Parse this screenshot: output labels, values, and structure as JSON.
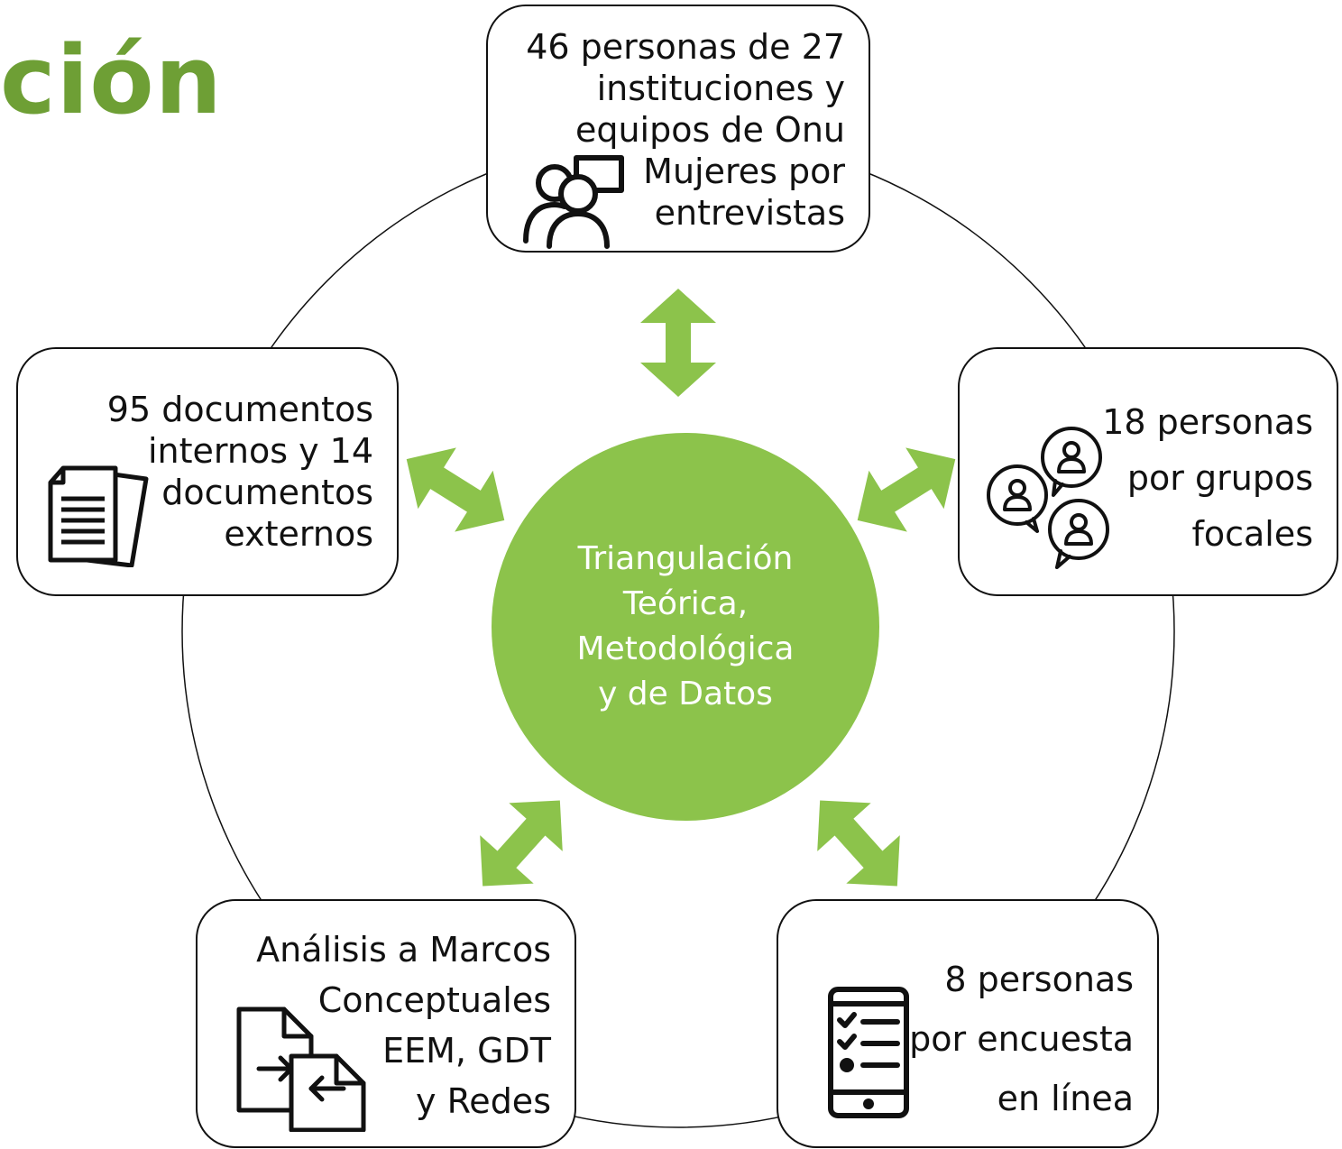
{
  "title": "ción",
  "colors": {
    "accent": "#8cc34b",
    "title": "#6e9f35",
    "outline": "#111111"
  },
  "center": {
    "lines": [
      "Triangulación",
      "Teórica,",
      "Metodológica",
      "y de Datos"
    ]
  },
  "nodes": {
    "top": {
      "icon": "interview-people-chat-icon",
      "lines": [
        "46 personas de 27",
        "instituciones y",
        "equipos de Onu",
        "Mujeres por",
        "entrevistas"
      ]
    },
    "right": {
      "icon": "focus-group-people-icon",
      "lines": [
        "18 personas",
        "por grupos",
        "focales"
      ]
    },
    "left": {
      "icon": "documents-icon",
      "lines": [
        "95 documentos",
        "internos y 14",
        "documentos",
        "externos"
      ]
    },
    "bottom_left": {
      "icon": "file-exchange-icon",
      "lines": [
        "Análisis a Marcos",
        "Conceptuales",
        "EEM, GDT",
        "y Redes"
      ]
    },
    "bottom_right": {
      "icon": "mobile-survey-checklist-icon",
      "lines": [
        "8 personas",
        "por encuesta",
        "en línea"
      ]
    }
  }
}
